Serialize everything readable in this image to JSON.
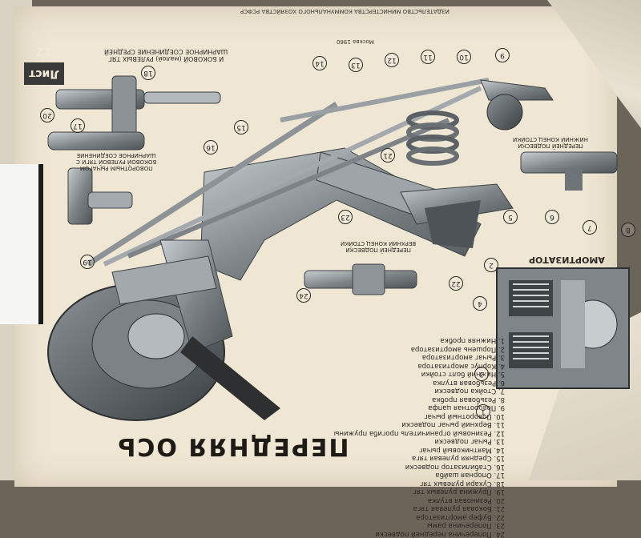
{
  "poster": {
    "title": "ПЕРЕДНЯЯ ОСЬ",
    "sheet_label": "Лист 12",
    "top_caption": "АМОРТИЗАТОР",
    "upper_left_caption_line1": "ШАРНИРНОЕ СОЕДИНЕНИЕ СРЕДНЕЙ",
    "upper_left_caption_line2": "И БОКОВОЙ (малой) РУЛЕВЫХ ТЯГ",
    "mid_left_caption_line1": "ШАРНИРНОЕ СОЕДИНЕНИЕ",
    "mid_left_caption_line2": "БОКОВОЙ РУЛЕВОЙ ТЯГИ С",
    "mid_left_caption_line3": "ПОВОРОТНЫМ РЫЧАГОМ",
    "right_caption_line1": "НИЖНИЙ КОНЕЦ СТОЙКИ",
    "right_caption_line2": "ПЕРЕДНЕЙ ПОДВЕСКИ",
    "center_caption_line1": "ВЕРХНИЙ КОНЕЦ СТОЙКИ",
    "center_caption_line2": "ПЕРЕДНЕЙ ПОДВЕСКИ",
    "publisher": "ИЗДАТЕЛЬСТВО МИНИСТЕРСТВА КОММУНАЛЬНОГО ХОЗЯЙСТВА РСФСР",
    "city_year": "Москва 1960",
    "legend": [
      "1. Нижняя пробка",
      "2. Поршень амортизатора",
      "3. Рычаг амортизатора",
      "4. Корпус амортизатора",
      "5. Нижний болт стойки",
      "6. Резьбовая втулка",
      "7. Стойка подвески",
      "8. Резьбовая пробка",
      "9. Поворотная цапфа",
      "10. Поворотный рычаг",
      "11. Верхний рычаг подвески",
      "12. Резиновый ограничитель прогиба пружины",
      "13. Рычаг подвески",
      "14. Маятниковый рычаг",
      "15. Средняя рулевая тяга",
      "16. Стабилизатор подвески",
      "17. Опорная шайба",
      "18. Сухари рулевых тяг",
      "19. Пружина рулевых тяг",
      "20. Резиновая втулка",
      "21. Боковая рулевая тяга",
      "22. Буфер амортизатора",
      "23. Поперечина рамы",
      "24. Поперечина передней подвески"
    ],
    "callouts": [
      "18",
      "20",
      "17",
      "14",
      "15",
      "16",
      "13",
      "12",
      "11",
      "10",
      "9",
      "21",
      "22",
      "23",
      "24",
      "19",
      "8",
      "7",
      "6",
      "5",
      "4",
      "3",
      "2",
      "1"
    ]
  }
}
